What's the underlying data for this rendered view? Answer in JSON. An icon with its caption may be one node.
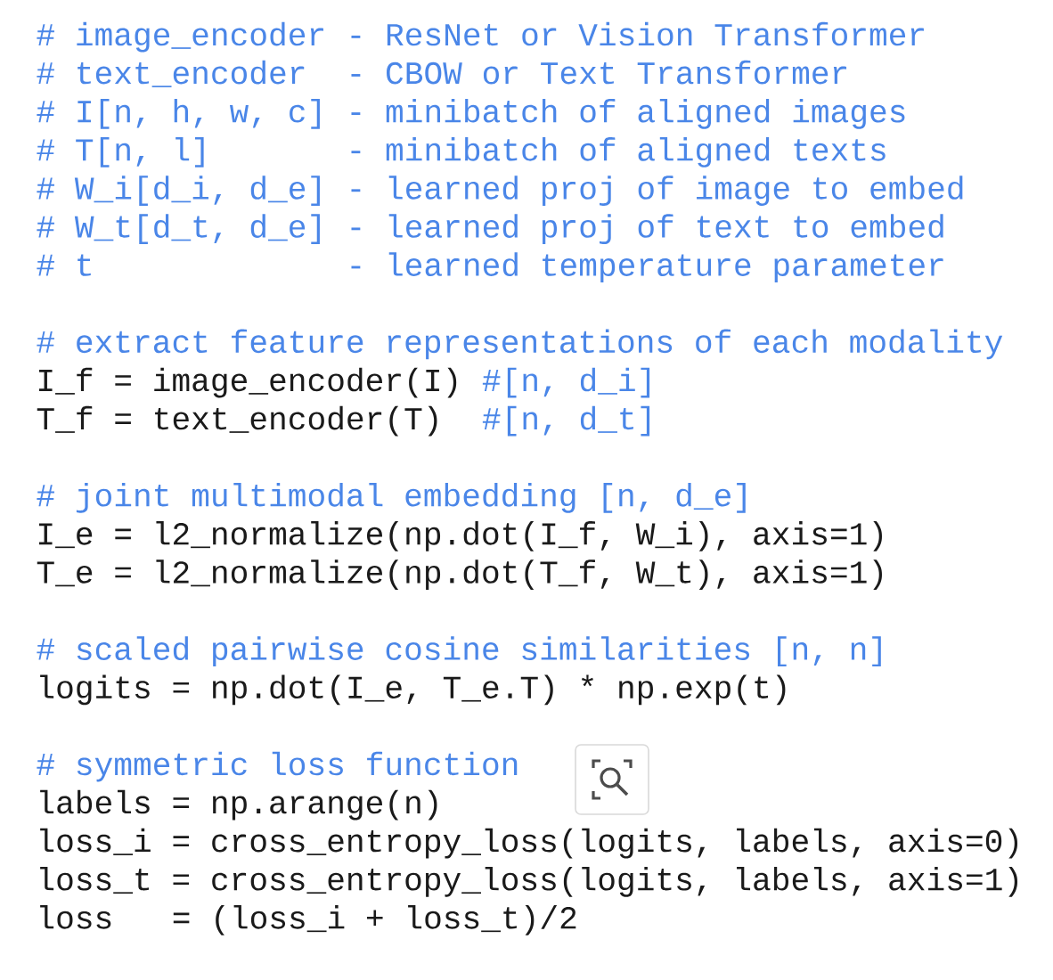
{
  "diagram": {
    "labels": [
      "# image_encoder",
      "- ResNet or Vision Transformer",
      "# text_encoder",
      "- CBOW or Text Transformer",
      "# I[n, h, w, c]",
      "- minibatch of aligned images",
      "# T[n, l]",
      "- minibatch of aligned texts",
      "# W_i[d_i, d_e]",
      "- learned proj of image to embed",
      "# W_t[d_t, d_e]",
      "- learned proj of text to embed",
      "# t",
      "- learned temperature parameter",
      "# extract feature representations of each modality",
      "I_f = image_encoder(I)",
      "#[n, d_i]",
      "T_f = text_encoder(T)",
      "#[n, d_t]",
      "# joint multimodal embedding [n, d_e]",
      "I_e = l2_normalize(np.dot(I_f, W_i), axis=1)",
      "T_e = l2_normalize(np.dot(T_f, W_t), axis=1)",
      "# scaled pairwise cosine similarities [n, n]",
      "logits = np.dot(I_e, T_e.T) * np.exp(t)",
      "# symmetric loss function",
      "labels = np.arange(n)",
      "loss_i = cross_entropy_loss(logits, labels, axis=0)",
      "loss_t = cross_entropy_loss(logits, labels, axis=1)",
      "loss",
      "= (loss_i + loss_t)/2"
    ]
  }
}
